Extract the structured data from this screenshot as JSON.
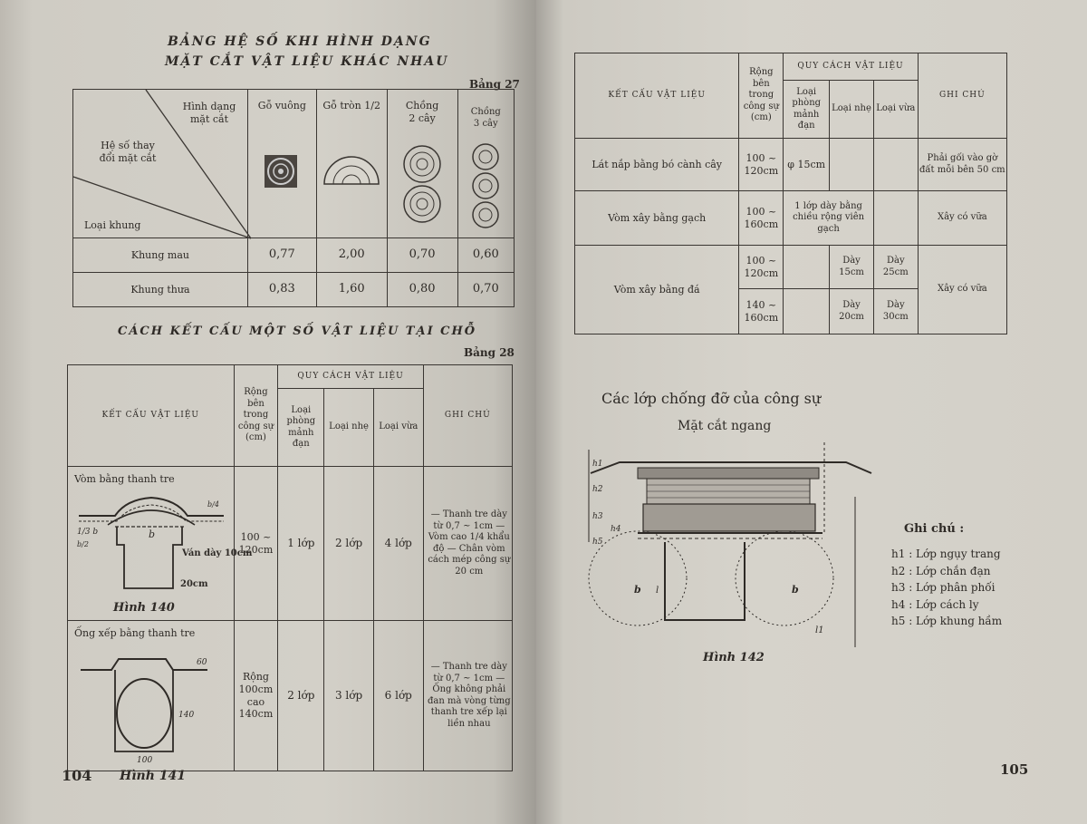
{
  "left_page": {
    "title_line1": "BẢNG HỆ SỐ KHI HÌNH DẠNG",
    "title_line2": "MẶT CẮT VẬT LIỆU KHÁC NHAU",
    "table27_label": "Bảng 27",
    "table27": {
      "corner_top": "Hình dạng mặt cắt",
      "corner_mid": "Hệ số thay đổi mặt cắt",
      "corner_bottom": "Loại khung",
      "columns": [
        "Gỗ vuông",
        "Gỗ tròn 1/2",
        "Chồng 2 cây",
        "Chồng 3 cây"
      ],
      "rows": [
        {
          "label": "Khung mau",
          "values": [
            "0,77",
            "2,00",
            "0,70",
            "0,60"
          ]
        },
        {
          "label": "Khung thưa",
          "values": [
            "0,83",
            "1,60",
            "0,80",
            "0,70"
          ]
        }
      ]
    },
    "title2": "CÁCH KẾT CẤU MỘT SỐ VẬT LIỆU TẠI CHỖ",
    "table28_label": "Bảng 28",
    "table28": {
      "h_structure": "KẾT CẤU VẬT LIỆU",
      "h_width": "Rộng bên trong công sự (cm)",
      "h_spec": "QUY CÁCH VẬT LIỆU",
      "h_spec_cols": [
        "Loại phòng mảnh đạn",
        "Loại nhẹ",
        "Loại vừa"
      ],
      "h_note": "GHI CHÚ",
      "rows": [
        {
          "structure": "Vòm bằng thanh tre",
          "width": "100 ~ 120cm",
          "values": [
            "1 lớp",
            "2 lớp",
            "4 lớp"
          ],
          "note": "— Thanh tre dày từ 0,7 ~ 1cm — Vòm cao 1/4 khẩu độ — Chân vòm cách mép công sự 20 cm",
          "fig_labels": [
            "b",
            "Ván dày 10cm",
            "20cm",
            "1/3 b",
            "b/4",
            "b/2"
          ],
          "caption": "Hình 140"
        },
        {
          "structure": "Ống xếp bằng thanh tre",
          "width": "Rộng 100cm cao 140cm",
          "values": [
            "2 lớp",
            "3 lớp",
            "6 lớp"
          ],
          "note": "— Thanh tre dày từ 0,7 ~ 1cm — Ống không phải đan mà vòng từng thanh tre xếp lại liền nhau",
          "fig_labels": [
            "60",
            "140",
            "100"
          ],
          "caption": "Hình 141"
        }
      ]
    },
    "page_number": "104"
  },
  "right_page": {
    "table": {
      "h_structure": "KẾT CẤU VẬT LIỆU",
      "h_width": "Rộng bên trong công sự (cm)",
      "h_spec": "QUY CÁCH VẬT LIỆU",
      "h_spec_cols": [
        "Loại phòng mảnh đạn",
        "Loại nhẹ",
        "Loại vừa"
      ],
      "h_note": "GHI CHÚ",
      "rows": [
        {
          "structure": "Lát nắp bằng bó cành cây",
          "width": "100 ~ 120cm",
          "c1": "φ 15cm",
          "note": "Phải gối vào gờ đất mỗi bên 50 cm"
        },
        {
          "structure": "Vòm xây bằng gạch",
          "width": "100 ~ 160cm",
          "c1": "1 lớp dày bằng chiều rộng viên gạch",
          "note": "Xây có vữa"
        },
        {
          "structure": "Vòm xây bằng đá",
          "width_a": "100 ~ 120cm",
          "width_b": "140 ~ 160cm",
          "c2a": "Dày 15cm",
          "c3a": "Dày 25cm",
          "c2b": "Dày 20cm",
          "c3b": "Dày 30cm",
          "note": "Xây có vữa"
        }
      ]
    },
    "section_title": "Các lớp chống đỡ của công sự",
    "section_subtitle": "Mặt cắt ngang",
    "figure_caption": "Hình 142",
    "figure_labels": {
      "h1": "h1",
      "h2": "h2",
      "h3": "h3",
      "h4": "h4",
      "h5": "h5",
      "b": "b",
      "l": "l",
      "l1": "l1"
    },
    "legend_title": "Ghi chú :",
    "legend": [
      {
        "key": "h1",
        "text": "Lớp ngụy trang"
      },
      {
        "key": "h2",
        "text": "Lớp chắn đạn"
      },
      {
        "key": "h3",
        "text": "Lớp phân phối"
      },
      {
        "key": "h4",
        "text": "Lớp cách ly"
      },
      {
        "key": "h5",
        "text": "Lớp khung hầm"
      }
    ],
    "page_number": "105"
  }
}
